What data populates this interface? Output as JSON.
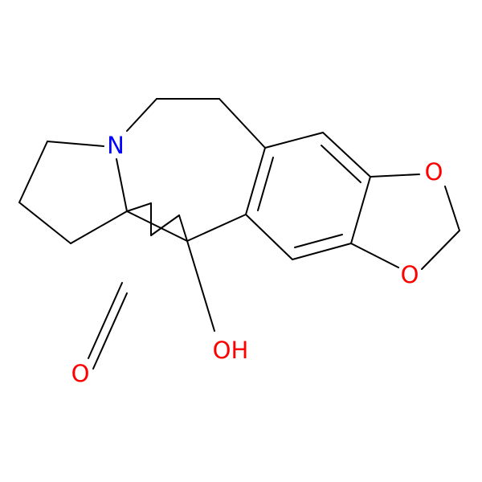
{
  "colors": {
    "background": "#ffffff",
    "bond": "#000000",
    "nitrogen": "#0000ff",
    "oxygen": "#ff0000"
  },
  "atoms": {
    "n1": {
      "label": "N",
      "color": "#0000ff"
    },
    "o_ring1": {
      "label": "O",
      "color": "#ff0000"
    },
    "o_ring2": {
      "label": "O",
      "color": "#ff0000"
    },
    "oh": {
      "label": "OH",
      "color": "#ff0000"
    },
    "o_carbonyl": {
      "label": "O",
      "color": "#ff0000"
    }
  }
}
